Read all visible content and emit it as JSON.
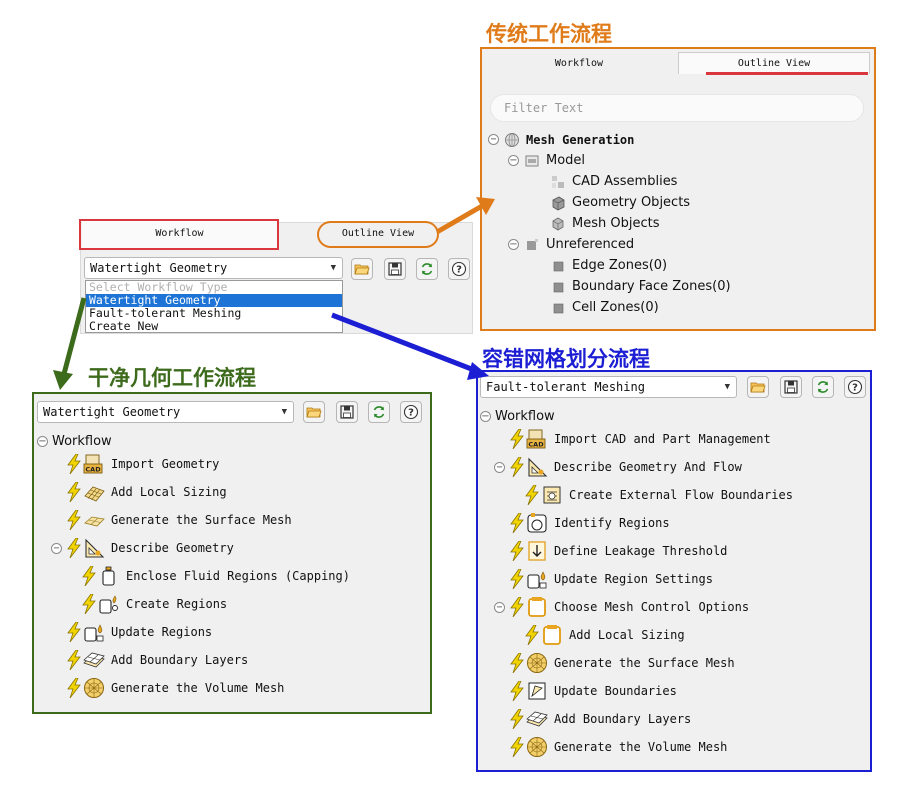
{
  "headings": {
    "traditional": "传统工作流程",
    "watertight": "干净几何工作流程",
    "fault_tolerant": "容错网格划分流程"
  },
  "colors": {
    "traditional": "#e07b1a",
    "watertight": "#3d6b1c",
    "fault_tolerant": "#1c1ed4",
    "highlight_red": "#d9363e",
    "bolt": "#f0d400",
    "selected": "#1e74d6"
  },
  "mini": {
    "tab_workflow": "Workflow",
    "tab_outline": "Outline View",
    "combo_value": "Watertight Geometry",
    "dropdown": [
      "Select Workflow Type",
      "Watertight Geometry",
      "Fault-tolerant Meshing",
      "Create New"
    ]
  },
  "outline": {
    "tab_workflow": "Workflow",
    "tab_outline": "Outline View",
    "filter_placeholder": "Filter Text",
    "items": [
      {
        "label": "Mesh Generation",
        "icon": "globe-icon"
      },
      {
        "label": "Model",
        "icon": "model-icon"
      },
      {
        "label": "CAD Assemblies",
        "icon": "cad-assemblies-icon"
      },
      {
        "label": "Geometry Objects",
        "icon": "geometry-objects-icon"
      },
      {
        "label": "Mesh Objects",
        "icon": "mesh-objects-icon"
      },
      {
        "label": "Unreferenced",
        "icon": "unreferenced-icon"
      },
      {
        "label": "Edge Zones(0)",
        "icon": "zone-icon"
      },
      {
        "label": "Boundary Face Zones(0)",
        "icon": "zone-icon"
      },
      {
        "label": "Cell Zones(0)",
        "icon": "zone-icon"
      }
    ]
  },
  "watertight": {
    "combo_value": "Watertight Geometry",
    "root": "Workflow",
    "steps": [
      {
        "label": "Import Geometry",
        "icon": "cad-import-icon"
      },
      {
        "label": "Add Local Sizing",
        "icon": "local-sizing-icon"
      },
      {
        "label": "Generate the Surface Mesh",
        "icon": "surface-mesh-icon"
      },
      {
        "label": "Describe Geometry",
        "icon": "describe-geometry-icon"
      },
      {
        "label": "Enclose Fluid Regions (Capping)",
        "icon": "capping-icon"
      },
      {
        "label": "Create Regions",
        "icon": "create-regions-icon"
      },
      {
        "label": "Update Regions",
        "icon": "update-regions-icon"
      },
      {
        "label": "Add Boundary Layers",
        "icon": "boundary-layers-icon"
      },
      {
        "label": "Generate the Volume Mesh",
        "icon": "volume-mesh-icon"
      }
    ]
  },
  "fault_tolerant": {
    "combo_value": "Fault-tolerant Meshing",
    "root": "Workflow",
    "steps": [
      {
        "label": "Import CAD and Part Management",
        "icon": "cad-import-icon"
      },
      {
        "label": "Describe Geometry And Flow",
        "icon": "describe-geometry-icon"
      },
      {
        "label": "Create External Flow Boundaries",
        "icon": "external-flow-icon"
      },
      {
        "label": "Identify Regions",
        "icon": "identify-regions-icon"
      },
      {
        "label": "Define Leakage Threshold",
        "icon": "leakage-threshold-icon"
      },
      {
        "label": "Update Region Settings",
        "icon": "update-regions-icon"
      },
      {
        "label": "Choose Mesh Control Options",
        "icon": "mesh-control-icon"
      },
      {
        "label": "Add Local Sizing",
        "icon": "mesh-control-icon"
      },
      {
        "label": "Generate the Surface Mesh",
        "icon": "volume-mesh-icon"
      },
      {
        "label": "Update Boundaries",
        "icon": "update-boundaries-icon"
      },
      {
        "label": "Add Boundary Layers",
        "icon": "boundary-layers-icon"
      },
      {
        "label": "Generate the Volume Mesh",
        "icon": "volume-mesh-icon"
      }
    ]
  }
}
